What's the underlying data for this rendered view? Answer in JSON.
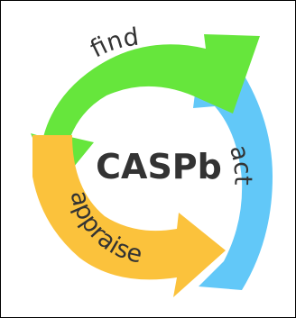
{
  "diagram": {
    "center_label": "CASPb",
    "steps": [
      {
        "label": "find",
        "color": "#66e63c"
      },
      {
        "label": "act",
        "color": "#62c8f8"
      },
      {
        "label": "appraise",
        "color": "#fbc23c"
      }
    ],
    "text_color": "#333333",
    "frame_color": "#000000"
  }
}
